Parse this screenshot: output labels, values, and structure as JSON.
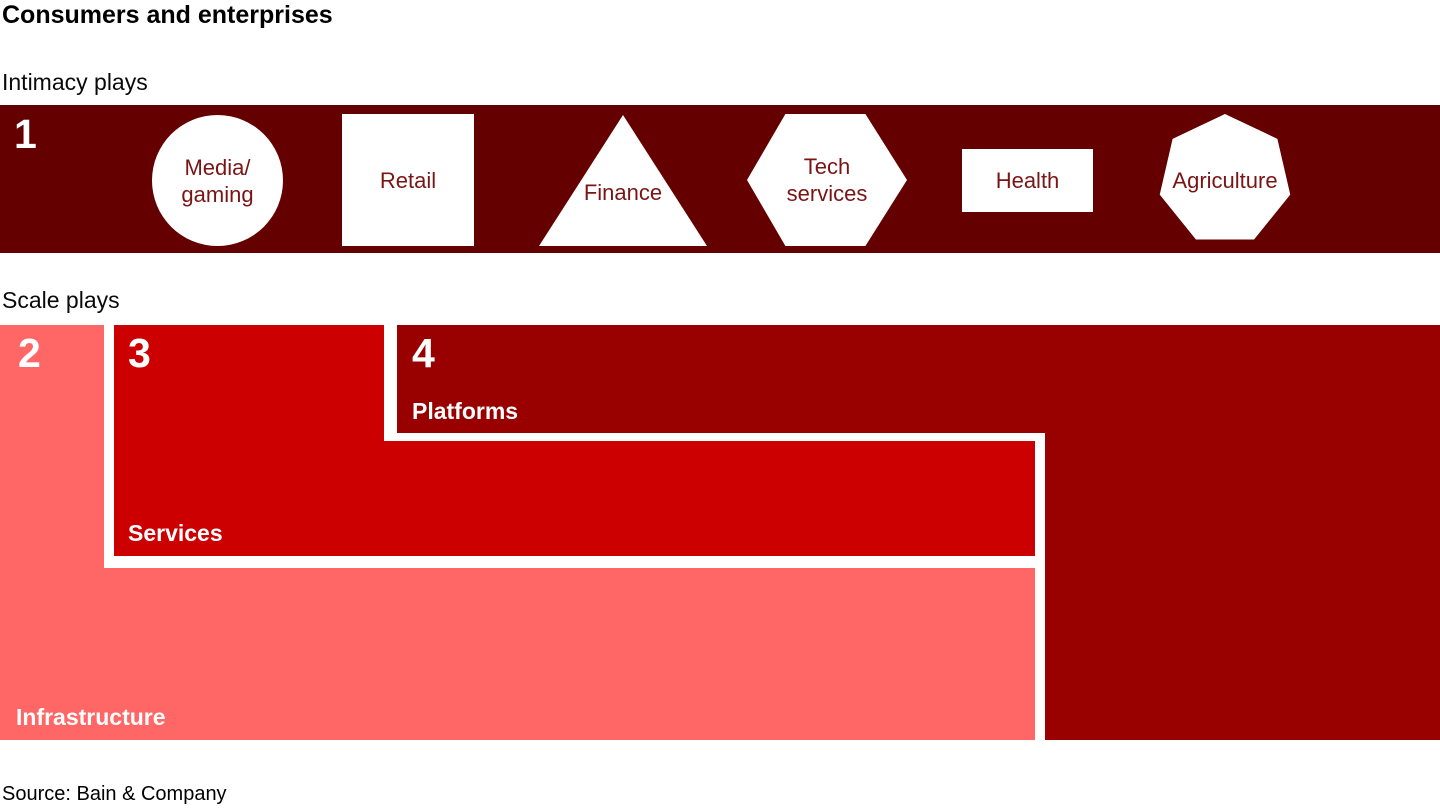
{
  "title": "Consumers and enterprises",
  "colors": {
    "intimacy_band": "#650000",
    "shape_fill": "#ffffff",
    "shape_text": "#7a1515",
    "infrastructure": "#ff6666",
    "services": "#cc0000",
    "platforms": "#990000"
  },
  "sections": {
    "intimacy": {
      "label": "Intimacy plays",
      "number": "1",
      "industries": [
        {
          "shape": "circle",
          "lines": [
            "Media/",
            "gaming"
          ]
        },
        {
          "shape": "square",
          "lines": [
            "Retail"
          ]
        },
        {
          "shape": "triangle",
          "lines": [
            "Finance"
          ]
        },
        {
          "shape": "hexagon",
          "lines": [
            "Tech",
            "services"
          ]
        },
        {
          "shape": "rectangle",
          "lines": [
            "Health"
          ]
        },
        {
          "shape": "heptagon",
          "lines": [
            "Agriculture"
          ]
        }
      ]
    },
    "scale": {
      "label": "Scale plays",
      "regions": [
        {
          "number": "2",
          "name": "Infrastructure"
        },
        {
          "number": "3",
          "name": "Services"
        },
        {
          "number": "4",
          "name": "Platforms"
        }
      ]
    }
  },
  "source": "Source: Bain & Company"
}
